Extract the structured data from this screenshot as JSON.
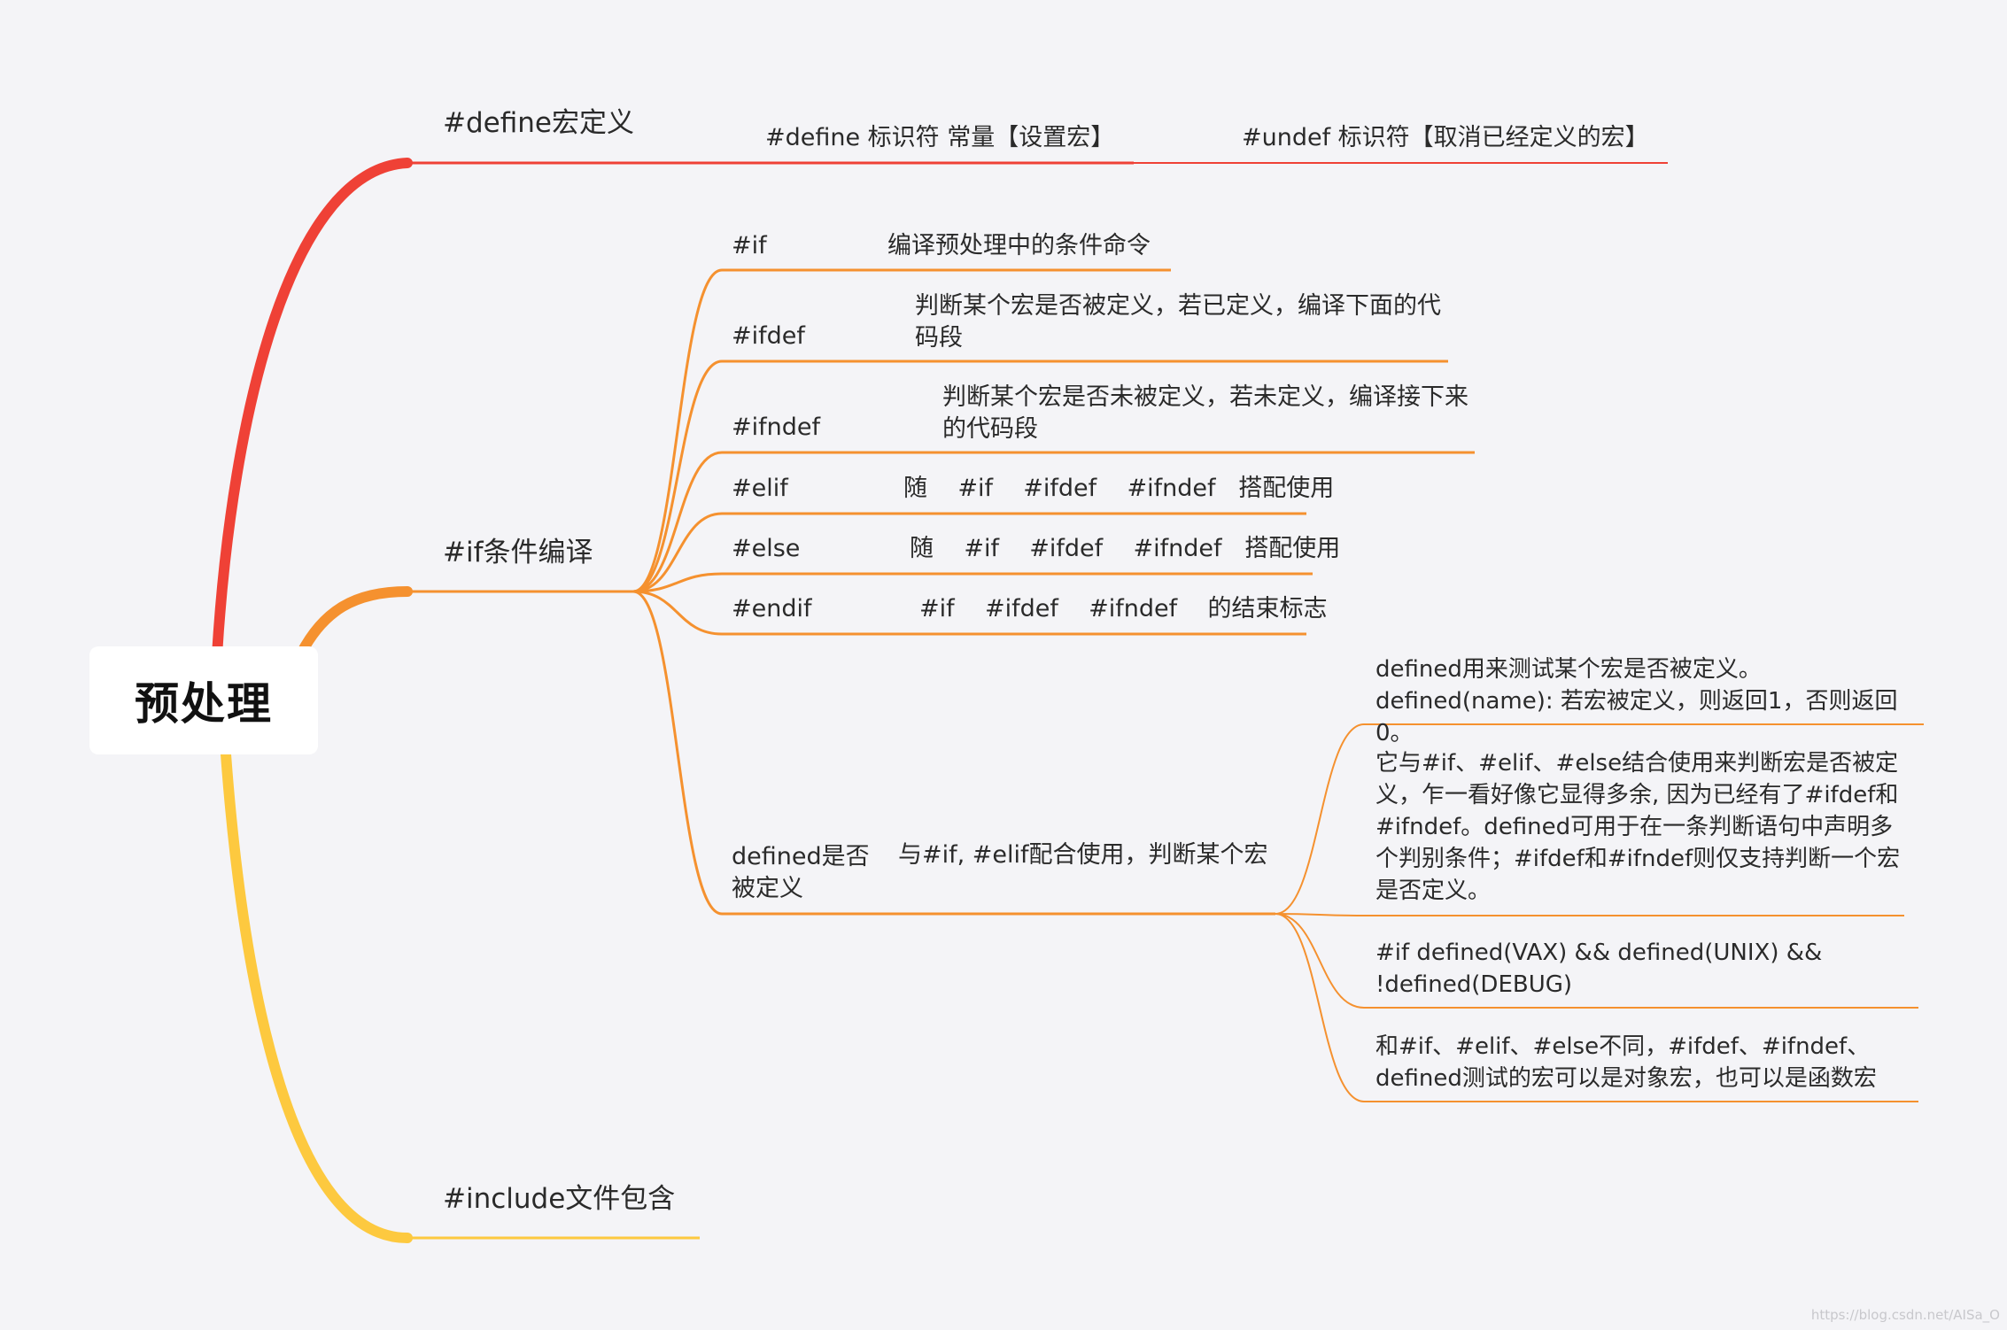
{
  "root": {
    "label": "预处理"
  },
  "colors": {
    "define_branch": "#ef4136",
    "if_branch": "#f5912f",
    "include_branch": "#fdc93f",
    "background": "#f4f4f7"
  },
  "define_branch": {
    "label": "#define宏定义",
    "children": [
      {
        "text": "#define  标识符  常量【设置宏】"
      },
      {
        "text": "#undef  标识符【取消已经定义的宏】"
      }
    ]
  },
  "if_branch": {
    "label": "#if条件编译",
    "items": [
      {
        "key": "#if",
        "desc": "编译预处理中的条件命令"
      },
      {
        "key": "#ifdef",
        "desc": "判断某个宏是否被定义，若已定义，编译下面的代码段"
      },
      {
        "key": "#ifndef",
        "desc": "判断某个宏是否未被定义，若未定义，编译接下来的代码段"
      },
      {
        "key": "#elif",
        "desc": "随    #if    #ifdef    #ifndef   搭配使用"
      },
      {
        "key": "#else",
        "desc": "随    #if    #ifdef    #ifndef   搭配使用"
      },
      {
        "key": "#endif",
        "desc": "#if    #ifdef    #ifndef    的结束标志"
      }
    ],
    "defined": {
      "key": "defined是否被定义",
      "desc": "与#if, #elif配合使用，判断某个宏",
      "notes": [
        "defined用来测试某个宏是否被定义。defined(name): 若宏被定义，则返回1，否则返回0。",
        "它与#if、#elif、#else结合使用来判断宏是否被定义，乍一看好像它显得多余, 因为已经有了#ifdef和#ifndef。defined可用于在一条判断语句中声明多个判别条件；#ifdef和#ifndef则仅支持判断一个宏是否定义。",
        "#if defined(VAX) && defined(UNIX) && !defined(DEBUG)",
        "和#if、#elif、#else不同，#ifdef、#ifndef、defined测试的宏可以是对象宏，也可以是函数宏"
      ]
    }
  },
  "include_branch": {
    "label": "#include文件包含"
  },
  "watermark": "https://blog.csdn.net/AISa_O"
}
